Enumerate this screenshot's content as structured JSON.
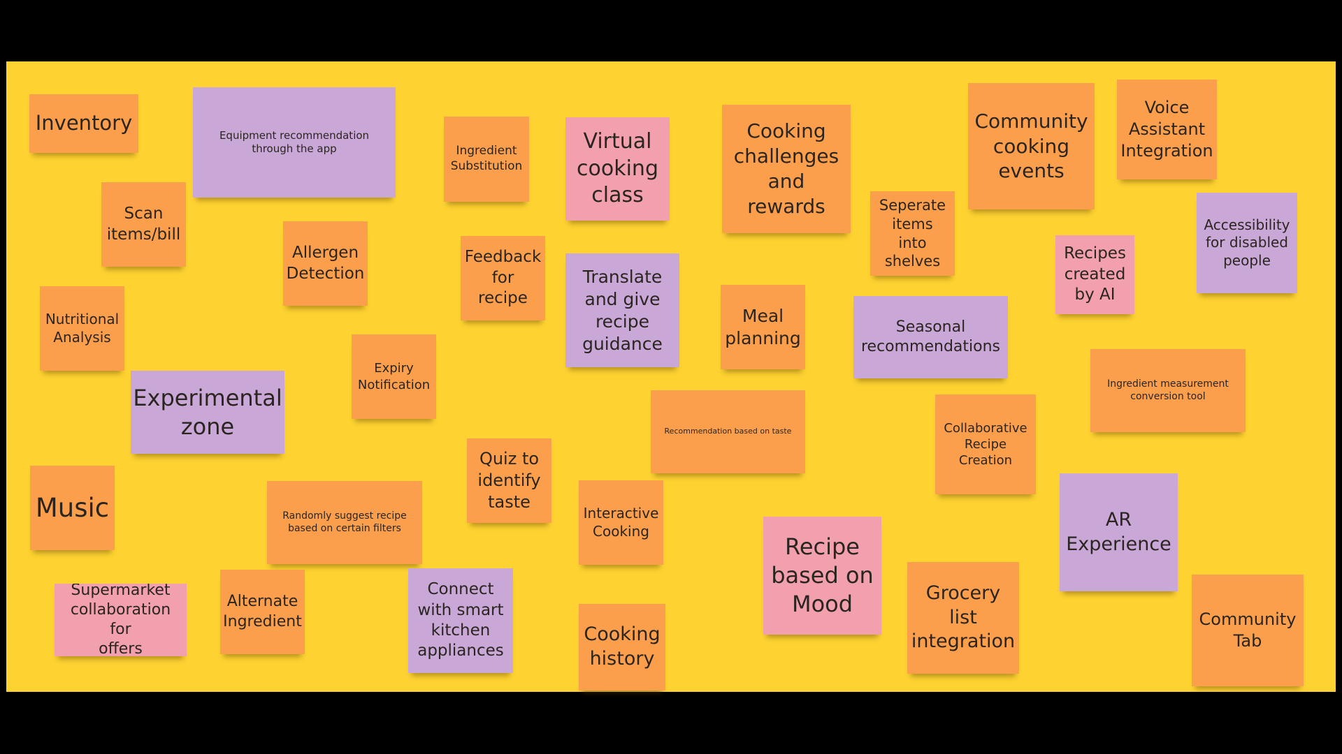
{
  "board": {
    "notes": [
      {
        "text": "Inventory",
        "color": "orange"
      },
      {
        "text": "Equipment recommendation\nthrough the app",
        "color": "purple"
      },
      {
        "text": "Ingredient\nSubstitution",
        "color": "orange"
      },
      {
        "text": "Virtual\ncooking\nclass",
        "color": "pink"
      },
      {
        "text": "Cooking\nchallenges\nand\nrewards",
        "color": "orange"
      },
      {
        "text": "Community\ncooking\nevents",
        "color": "orange"
      },
      {
        "text": "Voice\nAssistant\nIntegration",
        "color": "orange"
      },
      {
        "text": "Scan\nitems/bill",
        "color": "orange"
      },
      {
        "text": "Allergen\nDetection",
        "color": "orange"
      },
      {
        "text": "Feedback\nfor recipe",
        "color": "orange"
      },
      {
        "text": "Translate\nand give\nrecipe\nguidance",
        "color": "purple"
      },
      {
        "text": "Seperate\nitems into\nshelves",
        "color": "orange"
      },
      {
        "text": "Recipes\ncreated\nby AI",
        "color": "pink"
      },
      {
        "text": "Accessibility\nfor disabled\npeople",
        "color": "purple"
      },
      {
        "text": "Nutritional\nAnalysis",
        "color": "orange"
      },
      {
        "text": "Meal\nplanning",
        "color": "orange"
      },
      {
        "text": "Seasonal\nrecommendations",
        "color": "purple"
      },
      {
        "text": "Expiry\nNotification",
        "color": "orange"
      },
      {
        "text": "Experimental\nzone",
        "color": "purple"
      },
      {
        "text": "Ingredient measurement\nconversion tool",
        "color": "orange"
      },
      {
        "text": "Recommendation based on taste",
        "color": "orange"
      },
      {
        "text": "Collaborative\nRecipe\nCreation",
        "color": "orange"
      },
      {
        "text": "Quiz to\nidentify\ntaste",
        "color": "orange"
      },
      {
        "text": "Music",
        "color": "orange"
      },
      {
        "text": "Randomly suggest recipe\nbased on certain filters",
        "color": "orange"
      },
      {
        "text": "Interactive\nCooking",
        "color": "orange"
      },
      {
        "text": "AR\nExperience",
        "color": "purple"
      },
      {
        "text": "Recipe\nbased on\nMood",
        "color": "pink"
      },
      {
        "text": "Supermarket\ncollaboration for\noffers",
        "color": "pink"
      },
      {
        "text": "Alternate\nIngredient",
        "color": "orange"
      },
      {
        "text": "Connect\nwith smart\nkitchen\nappliances",
        "color": "purple"
      },
      {
        "text": "Grocery\nlist\nintegration",
        "color": "orange"
      },
      {
        "text": "Cooking\nhistory",
        "color": "orange"
      },
      {
        "text": "Community\nTab",
        "color": "orange"
      }
    ]
  }
}
